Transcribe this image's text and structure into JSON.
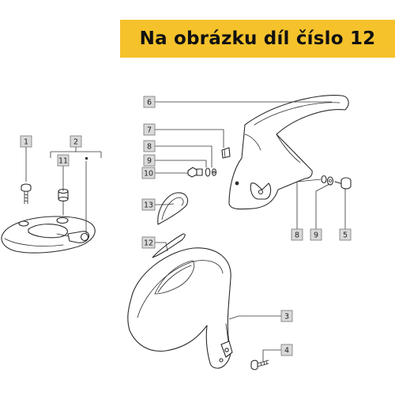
{
  "banner": {
    "text": "Na obrázku díl číslo 12",
    "color": "#f5c22c"
  },
  "callouts": {
    "c1": "1",
    "c2": "2",
    "c3": "3",
    "c4": "4",
    "c5": "5",
    "c6": "6",
    "c7": "7",
    "c8a": "8",
    "c8b": "8",
    "c9a": "9",
    "c9b": "9",
    "c10": "10",
    "c11": "11",
    "c12": "12",
    "c13": "13"
  }
}
